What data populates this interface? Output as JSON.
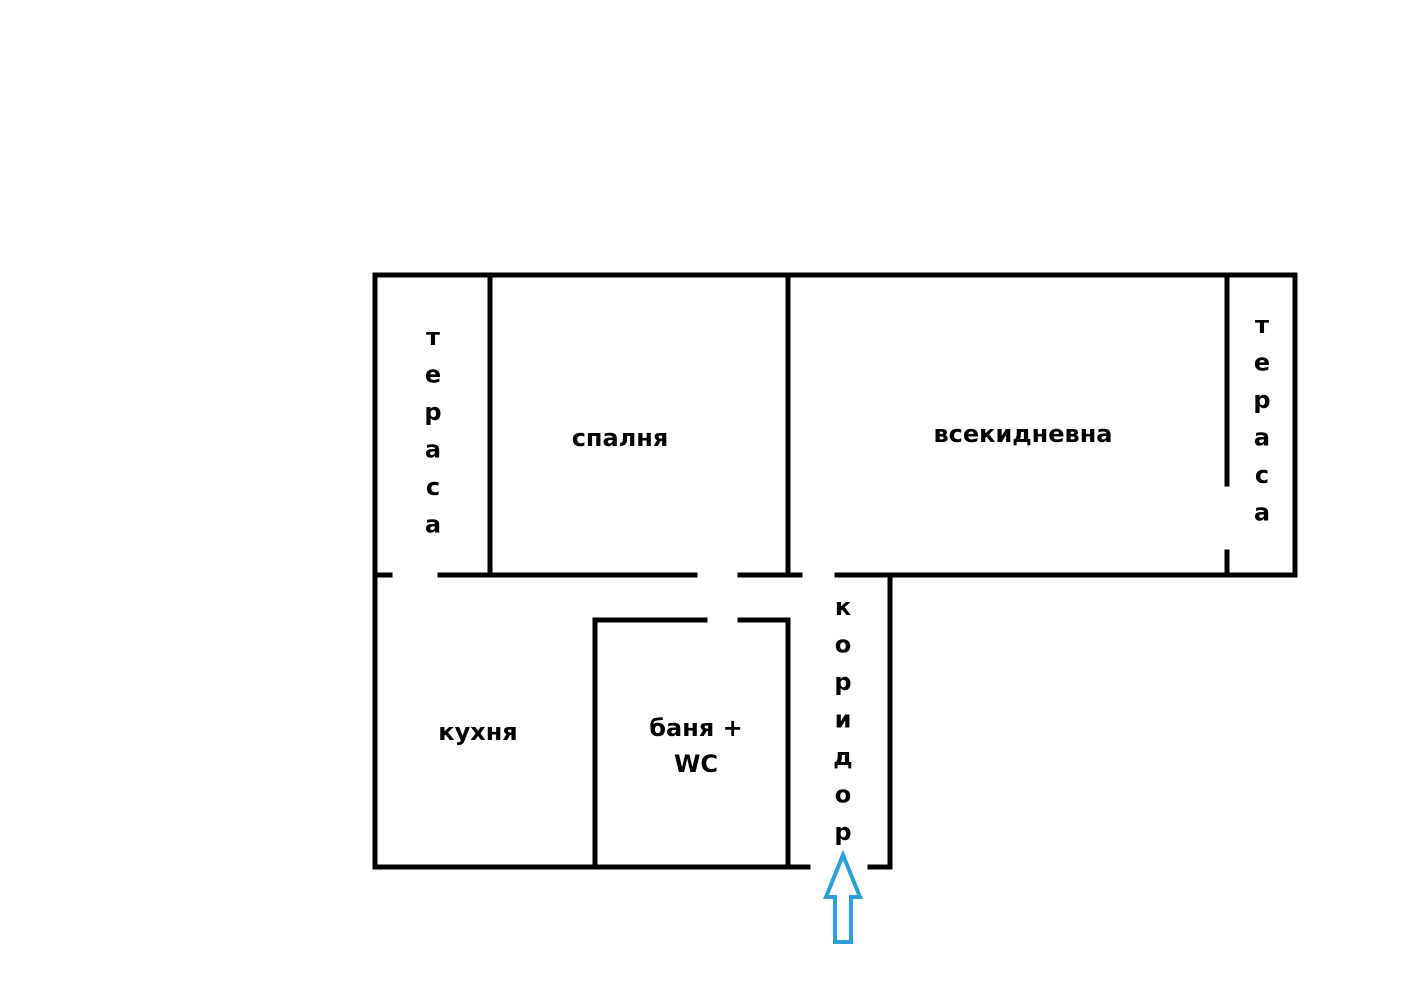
{
  "rooms": {
    "terrace_left": "тераса",
    "bedroom": "спалня",
    "living_room": "всекидневна",
    "terrace_right": "тераса",
    "kitchen": "кухня",
    "bathroom_line1": "баня +",
    "bathroom_line2": "WC",
    "corridor": "коридор"
  },
  "colors": {
    "walls": "#000000",
    "entrance_arrow": "#2b9fd6"
  },
  "icons": {
    "entrance": "up-arrow-icon"
  }
}
